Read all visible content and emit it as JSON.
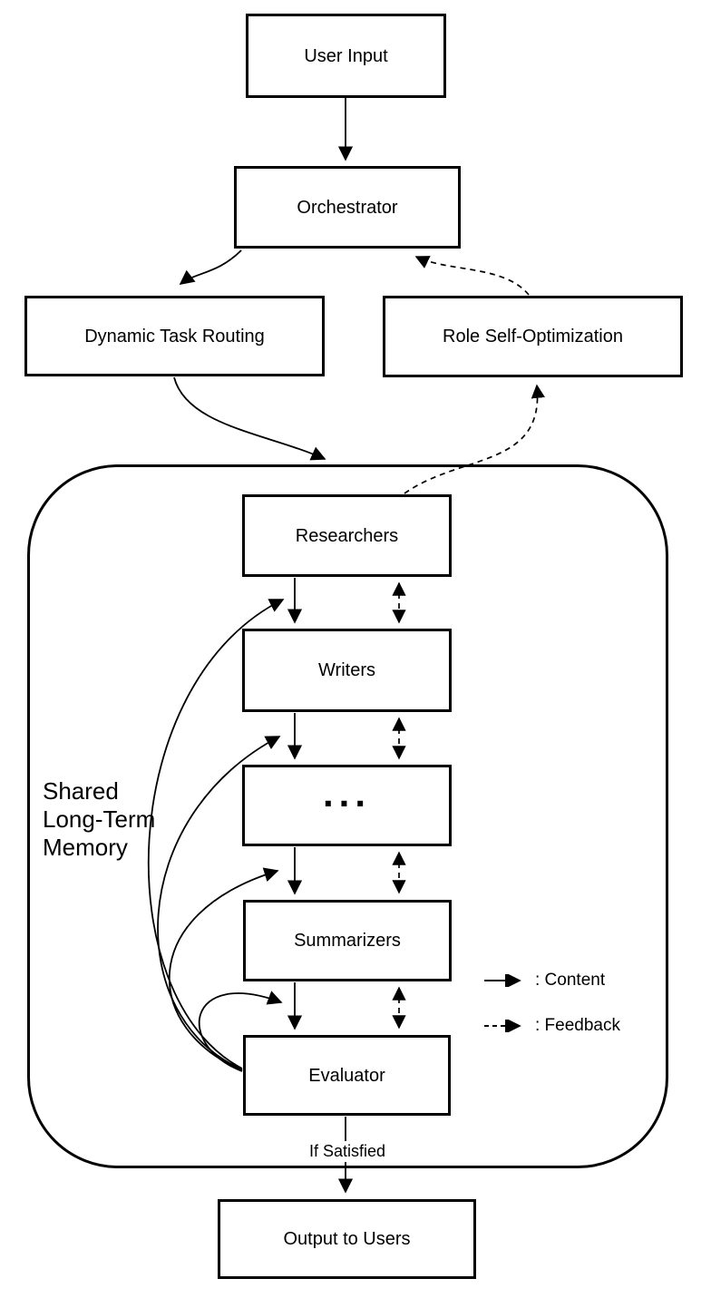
{
  "diagram": {
    "boxes": {
      "user_input": "User Input",
      "orchestrator": "Orchestrator",
      "dynamic_task_routing": "Dynamic Task Routing",
      "role_self_optimization": "Role Self-Optimization",
      "researchers": "Researchers",
      "writers": "Writers",
      "ellipsis": "...",
      "summarizers": "Summarizers",
      "evaluator": "Evaluator",
      "output_to_users": "Output to Users"
    },
    "container_label": "Shared\nLong-Term\nMemory",
    "edge_label_if_satisfied": "If Satisfied",
    "legend": {
      "content_label": ": Content",
      "feedback_label": ": Feedback"
    },
    "colors": {
      "stroke": "#000000",
      "background": "#ffffff"
    }
  }
}
